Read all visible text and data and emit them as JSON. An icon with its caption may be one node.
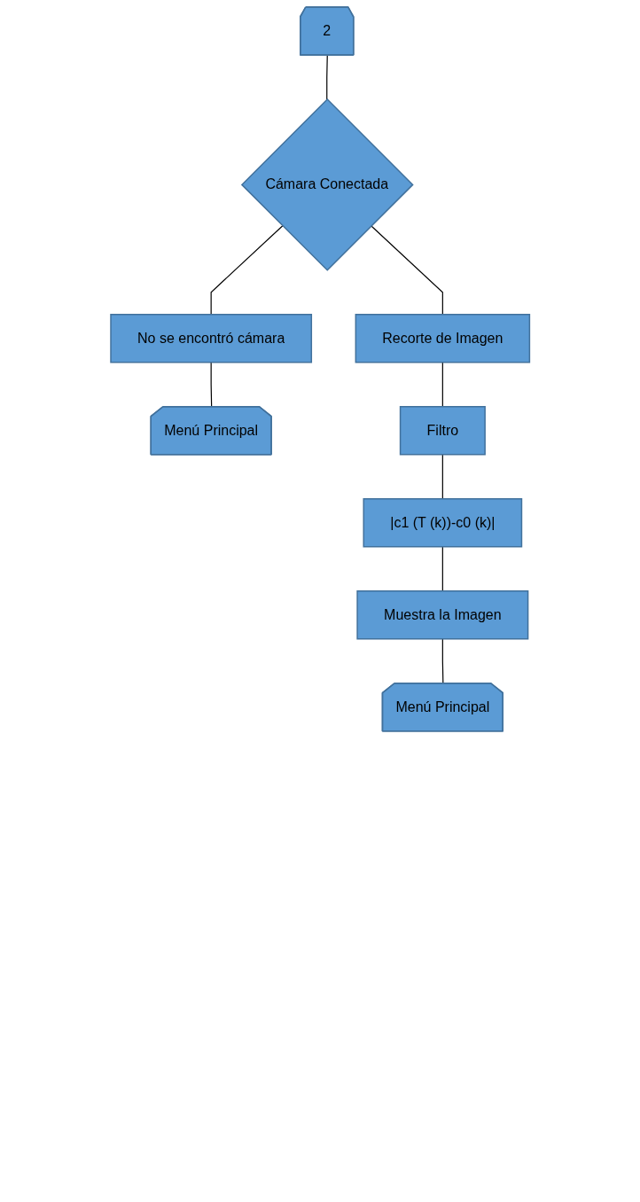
{
  "diagram": {
    "nodes": [
      {
        "text": [
          "2"
        ]
      },
      {
        "text": [
          "Cámara Conectada"
        ]
      },
      {
        "text": [
          "No se encontró cámara"
        ]
      },
      {
        "text": [
          "Menú Principal"
        ]
      },
      {
        "text": [
          "Recorte de Imagen"
        ]
      },
      {
        "text": [
          "Filtro"
        ]
      },
      {
        "text": [
          "|c1 (T (k))-c0 (k)|"
        ]
      },
      {
        "text": [
          "Muestra la Imagen"
        ]
      },
      {
        "text": [
          "Menú Principal"
        ]
      }
    ],
    "edges": [
      {
        "from": 0,
        "to": 1,
        "arrow": "none"
      },
      {
        "from": 1,
        "to": 2,
        "arrow": "none"
      },
      {
        "from": 2,
        "to": 3,
        "arrow": "none"
      },
      {
        "from": 1,
        "to": 4,
        "arrow": "none"
      },
      {
        "from": 4,
        "to": 5,
        "arrow": "none"
      },
      {
        "from": 5,
        "to": 6,
        "arrow": "none"
      },
      {
        "from": 6,
        "to": 7,
        "arrow": "none"
      },
      {
        "from": 7,
        "to": 8,
        "arrow": "none"
      }
    ]
  }
}
